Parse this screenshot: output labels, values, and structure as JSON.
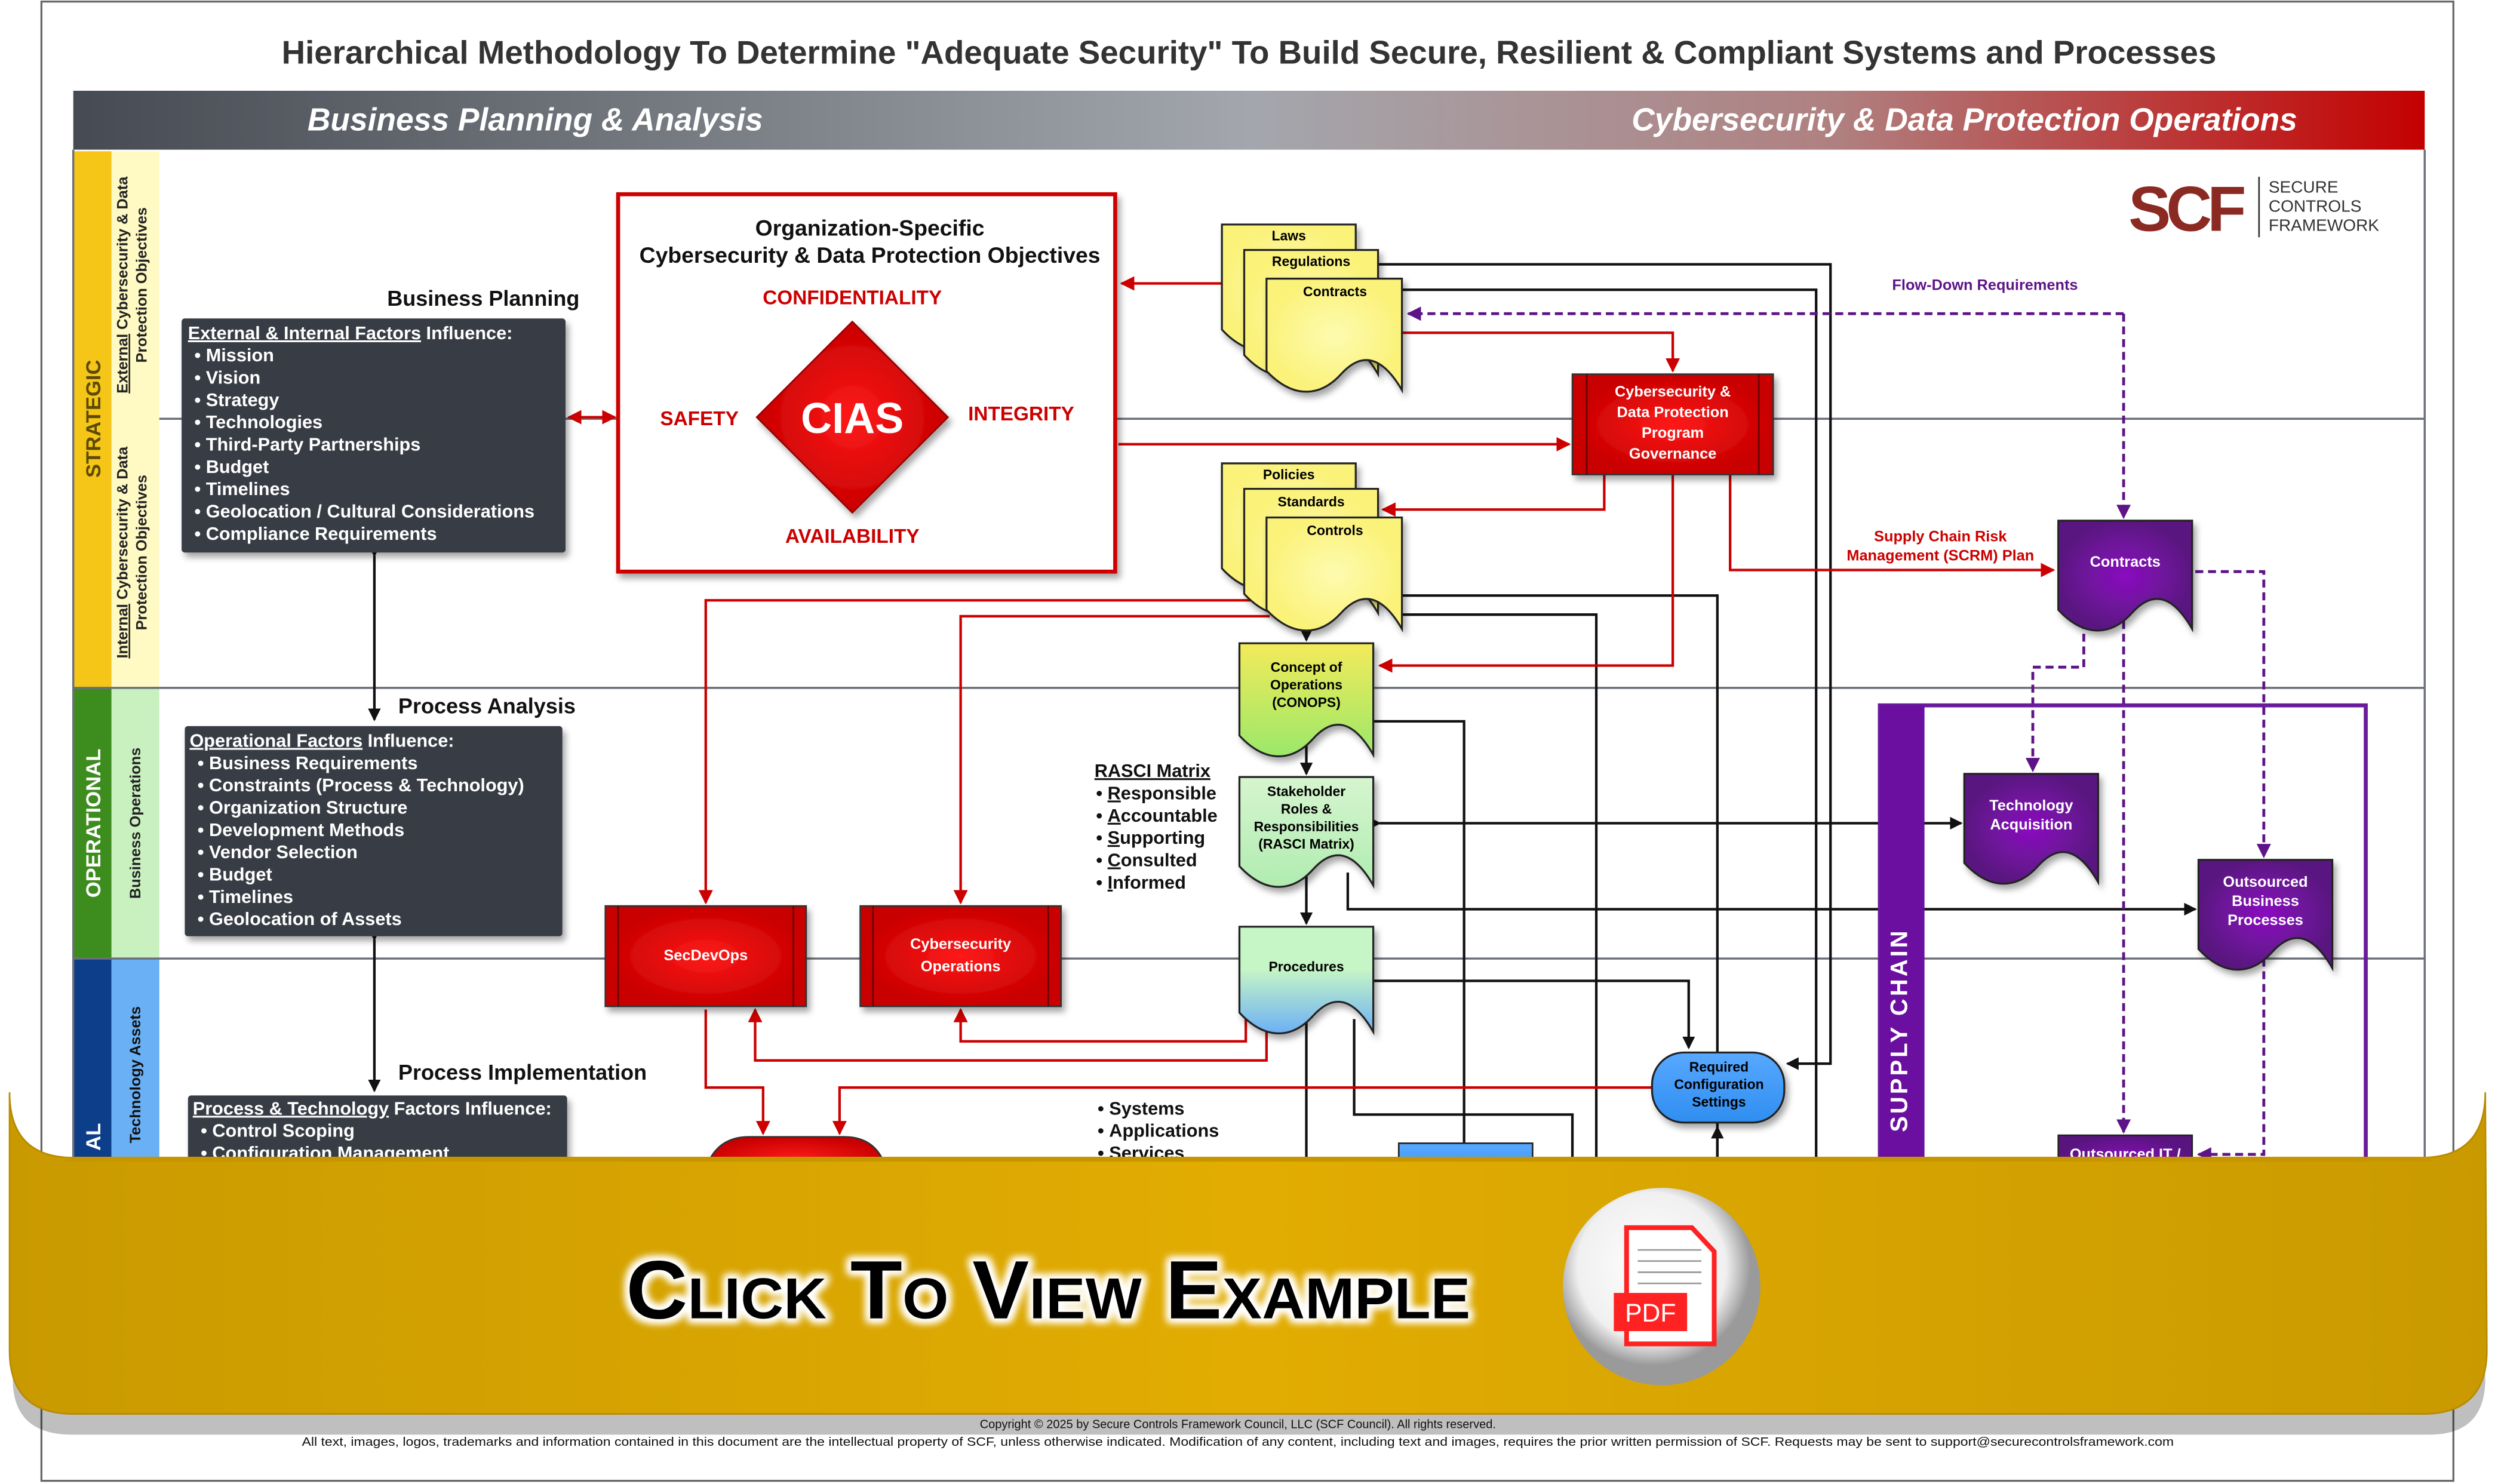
{
  "title": "Hierarchical Methodology To Determine \"Adequate Security\" To Build Secure, Resilient & Compliant Systems and Processes",
  "header": {
    "left": "Business Planning & Analysis",
    "right": "Cybersecurity & Data Protection Operations",
    "colors": {
      "dark": "#4a4f57",
      "mid": "#a3a7ad",
      "red": "#c40000"
    }
  },
  "tiers": {
    "strategic": {
      "label": "STRATEGIC",
      "color": "#f5c518",
      "sub_external_u": "External",
      "sub_external": " Cybersecurity & Data",
      "sub_external_2": "Protection Objectives",
      "sub_internal_u": "Internal",
      "sub_internal": " Cybersecurity & Data",
      "sub_internal_2": "Protection Objectives"
    },
    "operational": {
      "label": "OPERATIONAL",
      "color": "#3d8c1e",
      "sub": "Business Operations"
    },
    "tactical": {
      "label": "AL",
      "color": "#0d3e8a",
      "sub": "Technology Assets"
    }
  },
  "left": {
    "planning": {
      "heading": "Business Planning",
      "intro_u": "External & Internal Factors",
      "intro": " Influence:",
      "items": [
        "Mission",
        "Vision",
        "Strategy",
        "Technologies",
        "Third-Party Partnerships",
        "Budget",
        "Timelines",
        "Geolocation / Cultural Considerations",
        "Compliance Requirements"
      ]
    },
    "analysis": {
      "heading": "Process Analysis",
      "intro_u": "Operational Factors",
      "intro": " Influence:",
      "items": [
        "Business Requirements",
        "Constraints (Process & Technology)",
        "Organization Structure",
        "Development Methods",
        "Vendor Selection",
        "Budget",
        "Timelines",
        "Geolocation of Assets"
      ]
    },
    "implementation": {
      "heading": "Process Implementation",
      "intro_u": "Process & Technology",
      "intro": " Factors Influence:",
      "items": [
        "Control Scoping",
        "Configuration Management"
      ]
    }
  },
  "cias": {
    "title1": "Organization-Specific",
    "title2": "Cybersecurity & Data Protection Objectives",
    "center": "CIAS",
    "top": "CONFIDENTIALITY",
    "left": "SAFETY",
    "right": "INTEGRITY",
    "bottom": "AVAILABILITY"
  },
  "docs": {
    "laws": "Laws",
    "regulations": "Regulations",
    "contracts": "Contracts",
    "policies": "Policies",
    "standards": "Standards",
    "controls": "Controls",
    "conops": [
      "Concept of",
      "Operations",
      "(CONOPS)"
    ],
    "stakeholder": [
      "Stakeholder",
      "Roles &",
      "Responsibilities",
      "(RASCI Matrix)"
    ],
    "procedures": "Procedures"
  },
  "governance": [
    "Cybersecurity &",
    "Data Protection",
    "Program",
    "Governance"
  ],
  "secdevops": "SecDevOps",
  "cyberops": [
    "Cybersecurity",
    "Operations"
  ],
  "config": [
    "Required",
    "Configuration",
    "Settings"
  ],
  "rasci": {
    "title": "RASCI Matrix",
    "items": [
      [
        "R",
        "esponsible"
      ],
      [
        "A",
        "ccountable"
      ],
      [
        "S",
        "upporting"
      ],
      [
        "C",
        "onsulted"
      ],
      [
        "I",
        "nformed"
      ]
    ]
  },
  "assets": [
    "Systems",
    "Applications",
    "Services"
  ],
  "supply": {
    "label": "SUPPLY CHAIN",
    "flowdown": "Flow-Down Requirements",
    "scrm": [
      "Supply Chain Risk",
      "Management (SCRM) Plan"
    ],
    "contracts": "Contracts",
    "tech_acq": [
      "Technology",
      "Acquisition"
    ],
    "outsourced_bp": [
      "Outsourced",
      "Business",
      "Processes"
    ],
    "outsourced_it": "Outsourced IT /",
    "color": "#5e1487"
  },
  "logo": {
    "mark": "SCF",
    "lines": [
      "SECURE",
      "CONTROLS",
      "FRAMEWORK"
    ],
    "color": "#8b2a23"
  },
  "banner": {
    "cta": "Click To View Example",
    "pdf": "PDF",
    "color": "#d9a400"
  },
  "footer": {
    "copyright": "Copyright © 2025 by Secure Controls Framework Council, LLC (SCF Council). All rights reserved.",
    "notice": "All text, images, logos, trademarks and information contained in this document are the intellectual property of SCF, unless otherwise indicated. Modification of any content, including text and images, requires the prior written permission of SCF. Requests may be sent to support@securecontrolsframework.com"
  }
}
